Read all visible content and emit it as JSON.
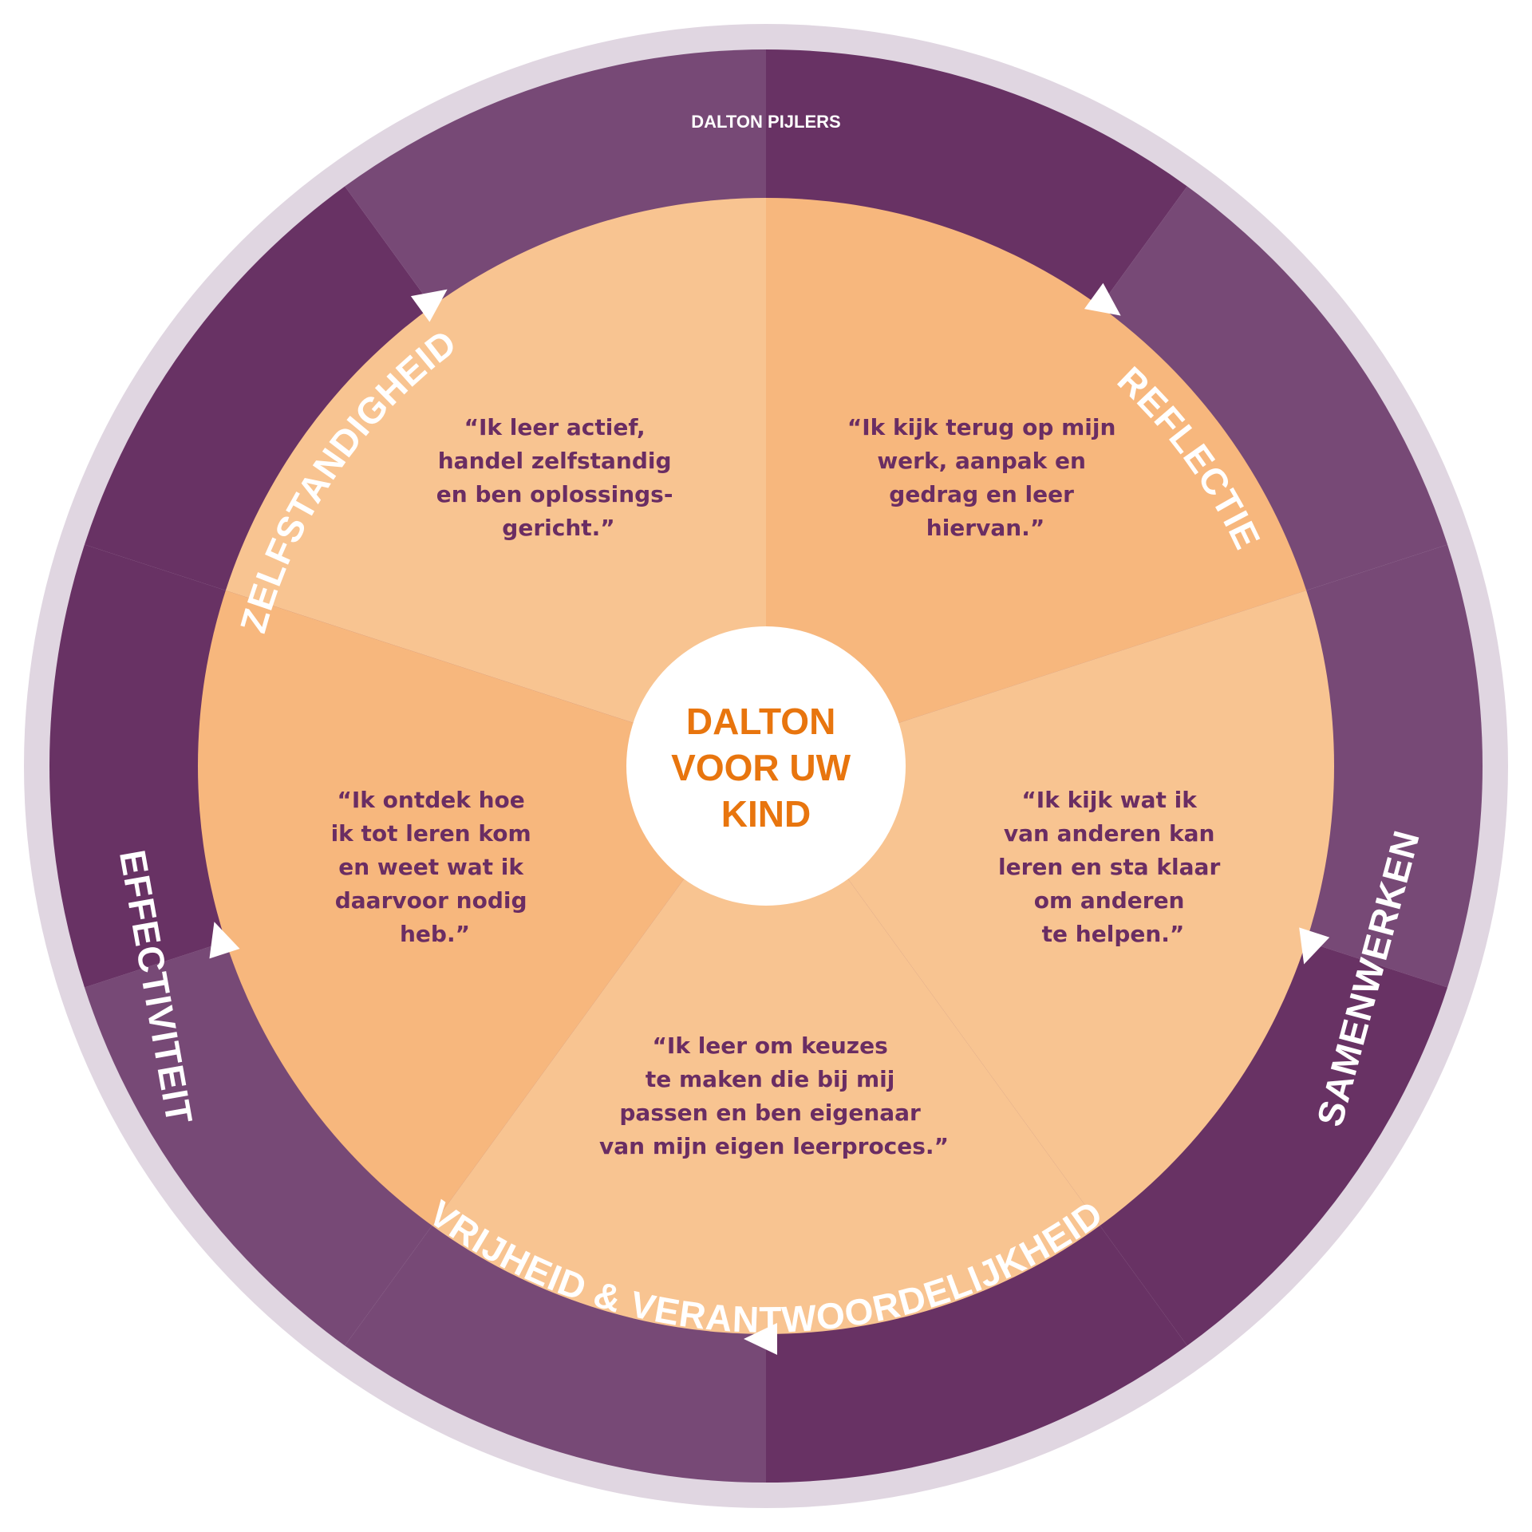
{
  "header": {
    "label": "DALTON PIJLERS"
  },
  "center": {
    "lines": [
      "DALTON",
      "VOOR UW",
      "KIND"
    ]
  },
  "pillars": [
    {
      "name": "ZELFSTANDIGHEID",
      "quote": [
        "“Ik leer actief,",
        "handel zelfstandig",
        "en ben oplossings-",
        "gericht.”"
      ]
    },
    {
      "name": "REFLECTIE",
      "quote": [
        "“Ik kijk terug op mijn",
        "werk, aanpak en",
        "gedrag en leer",
        "hiervan.”"
      ]
    },
    {
      "name": "SAMENWERKEN",
      "quote": [
        "“Ik kijk wat ik",
        "van anderen kan",
        "leren en sta klaar",
        "om anderen",
        "te helpen.”"
      ]
    },
    {
      "name": "VRIJHEID & VERANTWOORDELIJKHEID",
      "quote": [
        "“Ik leer om keuzes",
        "te maken die bij mij",
        "passen en ben eigenaar",
        "van mijn eigen leerproces.”"
      ]
    },
    {
      "name": "EFFECTIVITEIT",
      "quote": [
        "“Ik ontdek hoe",
        "ik tot leren kom",
        "en weet wat ik",
        "daarvoor nodig",
        "heb.”"
      ]
    }
  ],
  "colors": {
    "outer_ring": "#e0d6e1",
    "ring_light": "#774976",
    "ring_dark": "#683264",
    "slice_light": "#f8c491",
    "slice_mid": "#f7b77d",
    "center_fill": "#ffffff",
    "center_text": "#e8750e",
    "quote_text": "#6a2d63",
    "arrow": "#ffffff"
  },
  "icons": {
    "arrow": "triangle-arrow-icon"
  }
}
